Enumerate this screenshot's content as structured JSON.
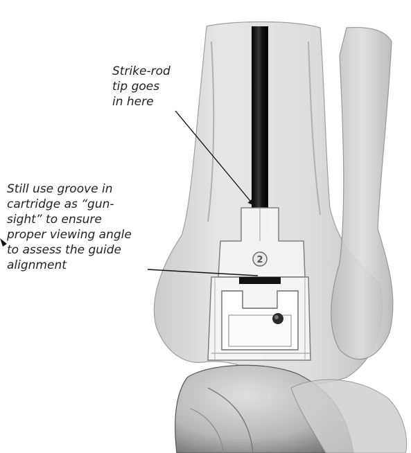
{
  "callouts": {
    "strike_rod": "Strike-rod\ntip goes\nin here",
    "groove": "Still use groove in\ncartridge as “gun-\nsight” to ensure\nproper viewing angle\nto assess the guide\nalignment"
  },
  "cartridge_logo": "2",
  "colors": {
    "bone_fill": "#d8d8d8",
    "bone_shadow": "#a8a8a8",
    "rod": "#111111",
    "guide_fill": "#f4f4f4",
    "text": "#222222"
  }
}
